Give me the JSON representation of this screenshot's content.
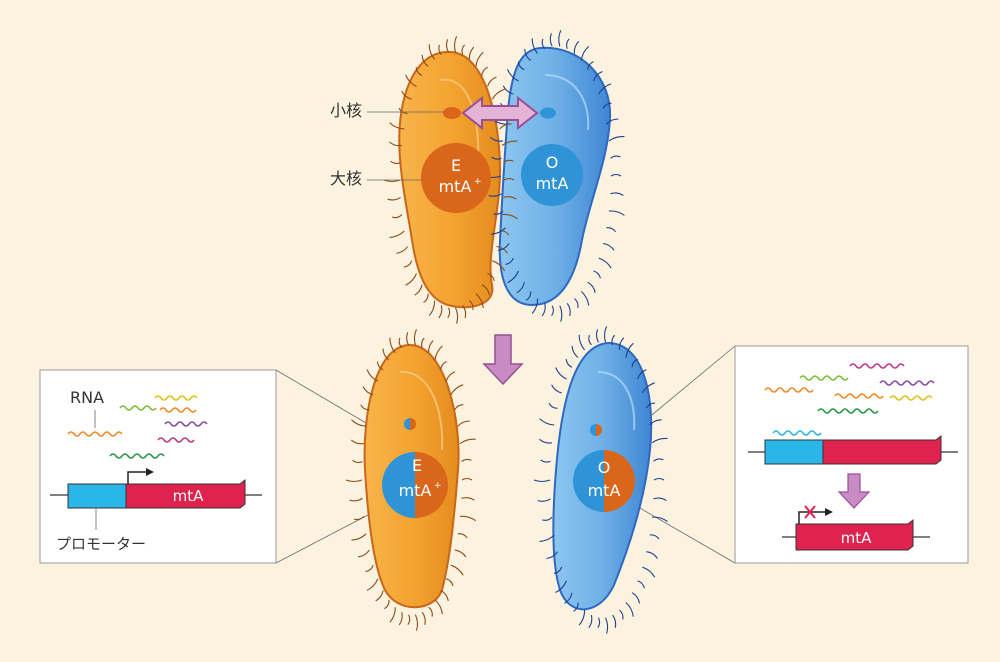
{
  "labels": {
    "micronucleus": "小核",
    "macronucleus": "大核",
    "rna": "RNA",
    "promoter": "プロモーター"
  },
  "cells": {
    "top_left": {
      "letter": "E",
      "gene": "mtA",
      "sup": "+"
    },
    "top_right": {
      "letter": "O",
      "gene": "mtA"
    },
    "bottom_left": {
      "letter": "E",
      "gene": "mtA",
      "sup": "+"
    },
    "bottom_right": {
      "letter": "O",
      "gene": "mtA"
    }
  },
  "genes": {
    "left_gene": "mtA",
    "right_silenced_gene": "mtA"
  },
  "colors": {
    "background": "#fbf3df",
    "orange_cell": "#f2a533",
    "orange_nucleus": "#d9661a",
    "blue_cell": "#75b8ea",
    "blue_nucleus": "#2f93d8",
    "promoter": "#2ab6e8",
    "gene": "#e0224f",
    "arrow": "#b56fae"
  }
}
